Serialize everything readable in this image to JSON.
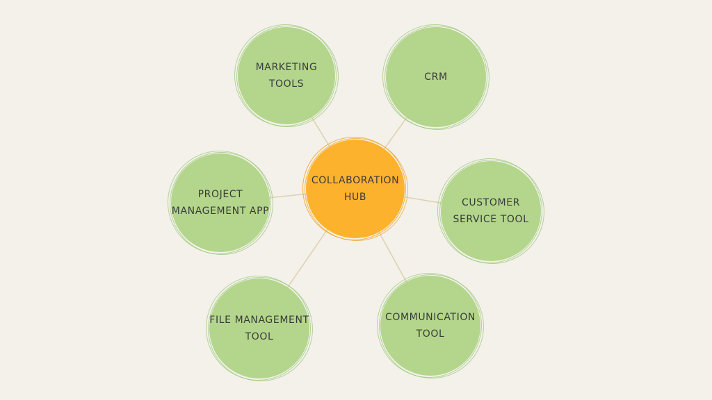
{
  "diagram": {
    "hub": {
      "label": "COLLABORATION\nHUB",
      "color": "#fdb22e"
    },
    "node_color": "#b3d68c",
    "connector_color": "#ddd3b0",
    "background_color": "#f4f1ea",
    "text_color": "#3a3a3a",
    "nodes": [
      {
        "id": "marketing-tools",
        "label": "MARKETING\nTOOLS"
      },
      {
        "id": "crm",
        "label": "CRM"
      },
      {
        "id": "project-management-app",
        "label": "PROJECT\nMANAGEMENT APP"
      },
      {
        "id": "customer-service-tool",
        "label": "CUSTOMER\nSERVICE TOOL"
      },
      {
        "id": "file-management-tool",
        "label": "FILE MANAGEMENT\nTOOL"
      },
      {
        "id": "communication-tool",
        "label": "COMMUNICATION\nTOOL"
      }
    ]
  }
}
